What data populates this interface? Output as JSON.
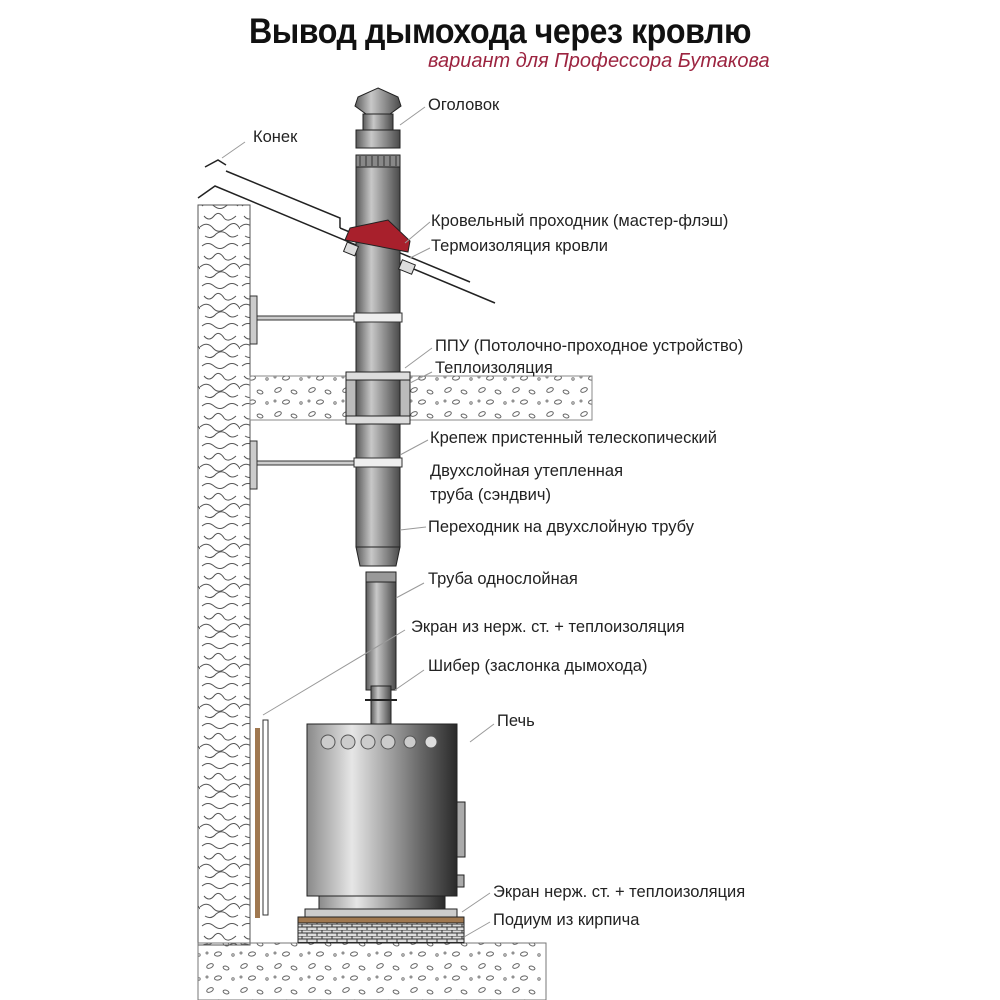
{
  "title": "Вывод дымохода через кровлю",
  "subtitle": "вариант для Профессора Бутакова",
  "colors": {
    "subtitle": "#9c2440",
    "flashing": "#a8202c",
    "pipe": "#777777",
    "screen": "#a07850"
  },
  "labels": {
    "cap": "Оголовок",
    "ridge": "Конек",
    "roof_flashing": "Кровельный проходник (мастер-флэш)",
    "roof_insulation": "Термоизоляция кровли",
    "ceiling_unit": "ППУ (Потолочно-проходное устройство)",
    "thermal_insulation": "Теплоизоляция",
    "wall_mount": "Крепеж пристенный телескопический",
    "sandwich_line1": "Двухслойная утепленная",
    "sandwich_line2": "труба (сэндвич)",
    "adapter": "Переходник на двухслойную трубу",
    "single_pipe": "Труба однослойная",
    "wall_screen": "Экран из нерж. ст. + теплоизоляция",
    "damper": "Шибер (заслонка дымохода)",
    "stove": "Печь",
    "floor_screen": "Экран нерж. ст. + теплоизоляция",
    "podium": "Подиум из кирпича"
  }
}
